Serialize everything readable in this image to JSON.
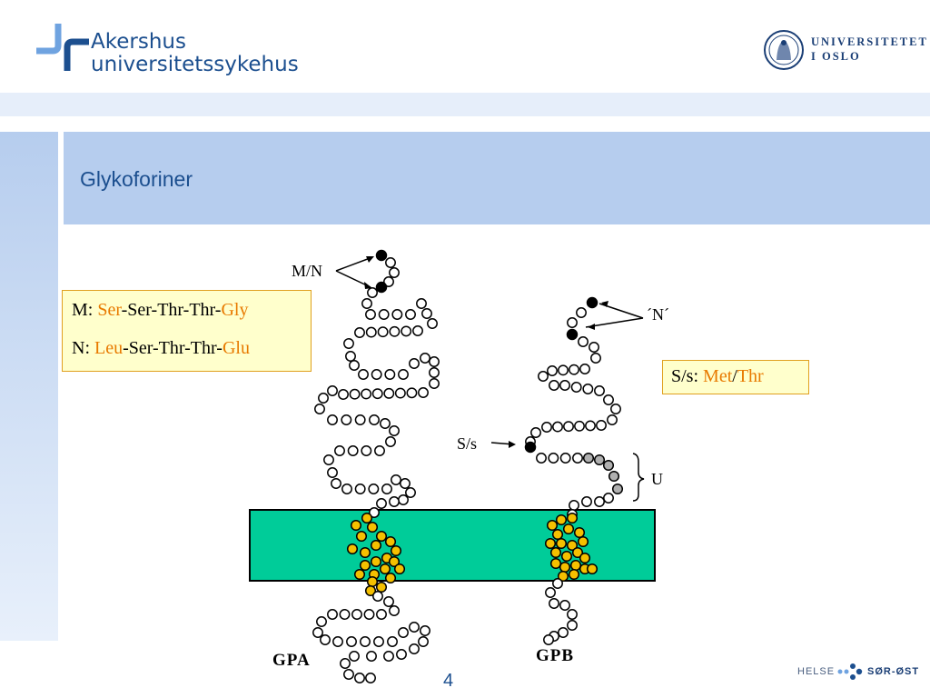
{
  "header": {
    "org_left_line1": "Akershus",
    "org_left_line2": "universitetssykehus",
    "org_right_line1": "UNIVERSITETET",
    "org_right_line2": "I OSLO"
  },
  "title": "Glykoforiner",
  "box_mn": {
    "m_label": "M:",
    "m_aa1": "Ser",
    "m_mid": "-Ser-Thr-Thr-",
    "m_aa5": "Gly",
    "n_label": "N:",
    "n_aa1": "Leu",
    "n_mid": "-Ser-Thr-Thr-",
    "n_aa5": "Glu"
  },
  "box_ss": {
    "label": "S/s:",
    "aa1": "Met",
    "sep": "/",
    "aa2": "Thr"
  },
  "labels": {
    "mn": "M/N",
    "n_prime": "´N´",
    "ss": "S/s",
    "u": "U",
    "gpa": "GPA",
    "gpb": "GPB"
  },
  "footer": {
    "page_number": "4",
    "brand_left": "HELSE",
    "brand_right": "SØR-ØST"
  },
  "colors": {
    "brand_blue": "#1c4f8f",
    "title_band": "#b6cdee",
    "membrane": "#00cc99",
    "transmembrane_residue": "#f5c000",
    "marked_residue": "#000000",
    "u_residue": "#b0b0b0",
    "highlight_aa": "#e87a00"
  }
}
